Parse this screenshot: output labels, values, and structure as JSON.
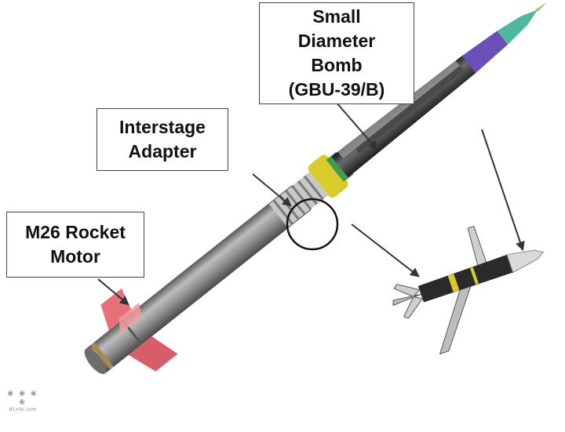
{
  "labels": {
    "sdb": [
      "Small",
      "Diameter",
      "Bomb",
      "(GBU-39/B)"
    ],
    "adapter": [
      "Interstage",
      "Adapter"
    ],
    "motor": [
      "M26 Rocket",
      "Motor"
    ]
  },
  "watermark": {
    "text": "81×bc.com"
  },
  "colors": {
    "motor_body": "#8d8d8d",
    "fins": "#e8707a",
    "adapter_collar": "#d8cc2a",
    "seeker_nose": "#4fb8a0",
    "bomb_body": "#2d2d2d"
  }
}
